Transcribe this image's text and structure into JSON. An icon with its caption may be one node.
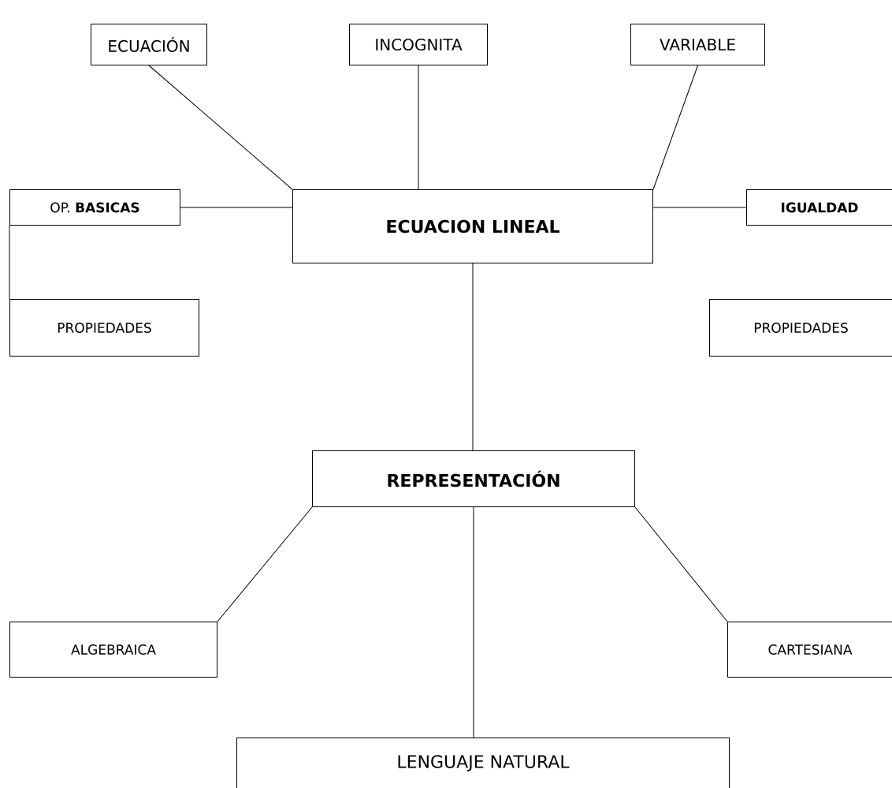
{
  "diagram": {
    "nodes": [
      {
        "text": [
          "ECUACIÓN"
        ]
      },
      {
        "text": [
          "INCOGNITA"
        ]
      },
      {
        "text": [
          "VARIABLE"
        ]
      },
      {
        "text": [
          "OP. **BASICAS**"
        ]
      },
      {
        "text": [
          "ECUACION LINEAL"
        ]
      },
      {
        "text": [
          "IGUALDAD"
        ]
      },
      {
        "text": [
          "PROPIEDADES"
        ]
      },
      {
        "text": [
          "PROPIEDADES"
        ]
      },
      {
        "text": [
          "REPRESENTACIÓN"
        ]
      },
      {
        "text": [
          "ALGEBRAICA"
        ]
      },
      {
        "text": [
          "CARTESIANA"
        ]
      },
      {
        "text": [
          "LENGUAJE NATURAL"
        ]
      }
    ],
    "edges": [
      {
        "from": 0,
        "to": 4,
        "arrow": "none"
      },
      {
        "from": 1,
        "to": 4,
        "arrow": "none"
      },
      {
        "from": 2,
        "to": 4,
        "arrow": "none"
      },
      {
        "from": 3,
        "to": 4,
        "arrow": "none"
      },
      {
        "from": 5,
        "to": 4,
        "arrow": "none"
      },
      {
        "from": 3,
        "to": 6,
        "arrow": "none"
      },
      {
        "from": 4,
        "to": 8,
        "arrow": "none"
      },
      {
        "from": 8,
        "to": 9,
        "arrow": "none"
      },
      {
        "from": 8,
        "to": 10,
        "arrow": "none"
      },
      {
        "from": 8,
        "to": 11,
        "arrow": "none"
      }
    ]
  }
}
